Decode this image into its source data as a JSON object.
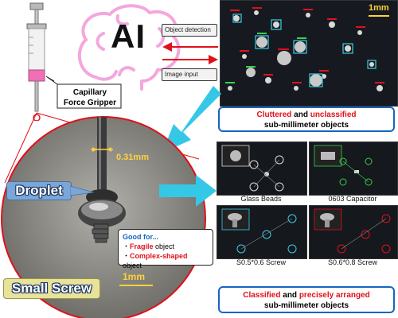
{
  "ai_label": "AI",
  "tags": {
    "object_detection": "Object detection",
    "image_input": "Image input"
  },
  "gripper_label": "Capillary Force Gripper",
  "scale_1mm": "1mm",
  "droplet_label": "Droplet",
  "small_screw_label": "Small Screw",
  "capillary_width": "0.31mm",
  "good_for": {
    "title": "Good for...",
    "line1_bold": "Fragile",
    "line1_rest": " object",
    "line2_bold": "Complex-shaped",
    "line2_rest": " object"
  },
  "top_box": {
    "word1": "Cluttered",
    "mid": " and ",
    "word2": "unclassified",
    "line2": "sub-millimeter objects"
  },
  "bottom_box": {
    "word1": "Classified",
    "mid": " and ",
    "word2": "precisely arranged",
    "line2": "sub-millimeter objects"
  },
  "grid_captions": [
    "Glass Beads",
    "0603 Capacitor",
    "S0.5*0.6 Screw",
    "S0.6*0.8 Screw"
  ],
  "colors": {
    "brain": "#f4a7dc",
    "arrow_cyan": "#35c8e6",
    "arrow_red": "#e0101b",
    "box_border": "#1565c0",
    "label_fill": "#7aa6d8",
    "scale_yellow": "#ffd23a"
  }
}
